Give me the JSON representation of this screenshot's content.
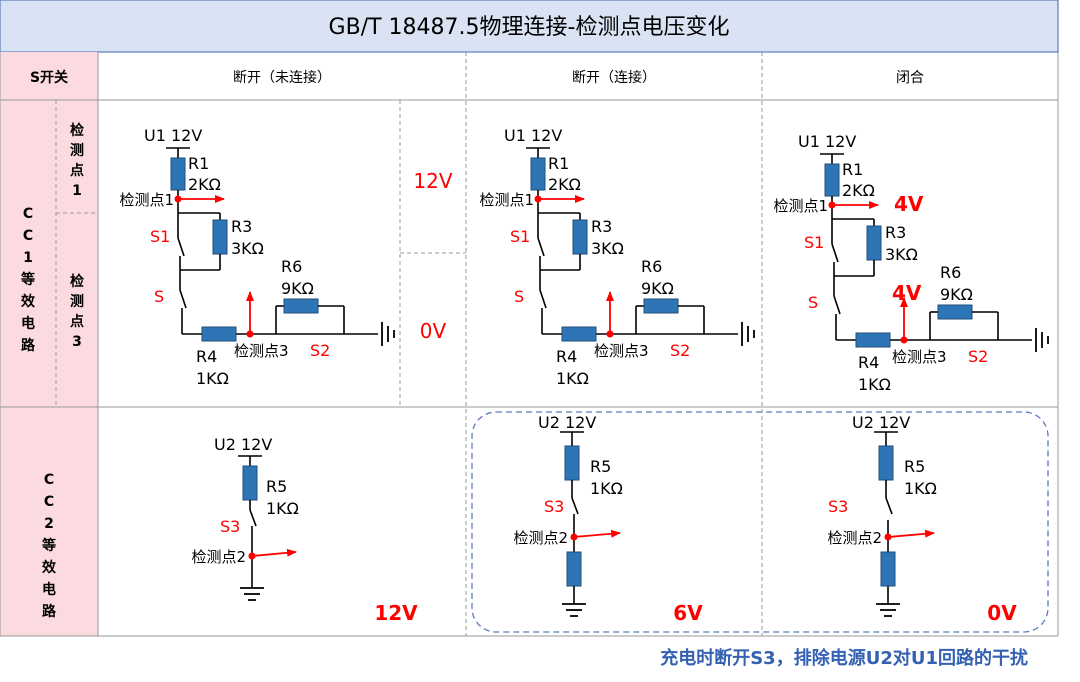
{
  "title": "GB/T 18487.5物理连接-检测点电压变化",
  "header": {
    "s_switch": "S开关",
    "col1": "断开（未连接）",
    "col2": "断开（连接）",
    "col3": "闭合"
  },
  "rows": {
    "cc1": "CC1等效电路",
    "cc1_point1": "检测点1",
    "cc1_point3": "检测点3",
    "cc2": "CC2等效电路"
  },
  "cc1_circuit": {
    "supply": "U1 12V",
    "r1_name": "R1",
    "r1_value": "2KΩ",
    "r3_name": "R3",
    "r3_value": "3KΩ",
    "r4_name": "R4",
    "r4_value": "1KΩ",
    "r6_name": "R6",
    "r6_value": "9KΩ",
    "point1": "检测点1",
    "point3": "检测点3",
    "s1": "S1",
    "s": "S",
    "s2": "S2"
  },
  "cc2_circuit": {
    "supply": "U2 12V",
    "r5_name": "R5",
    "r5_value": "1KΩ",
    "s3": "S3",
    "point2": "检测点2"
  },
  "voltages": {
    "col1_point1": "12V",
    "col1_point3": "0V",
    "col3_point1": "4V",
    "col3_point3": "4V",
    "cc2_col1": "12V",
    "cc2_col2": "6V",
    "cc2_col3": "0V"
  },
  "footnote": "充电时断开S3，排除电源U2对U1回路的干扰",
  "colors": {
    "header_bg": "#dae3f3",
    "row_label_bg": "#fbdbe0",
    "accent_red": "#ff0000",
    "resistor": "#2e75b6",
    "footnote": "#3461b1"
  }
}
